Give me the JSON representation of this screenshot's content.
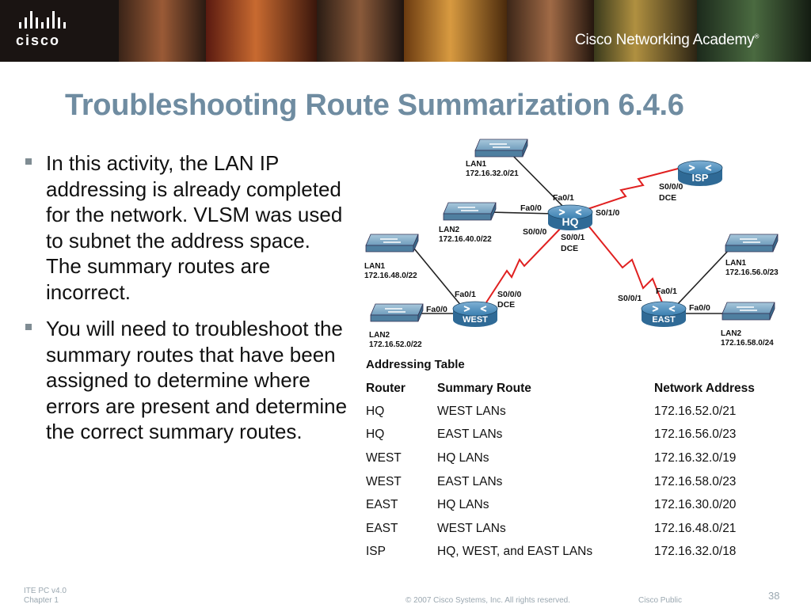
{
  "banner": {
    "logo_text": "cisco",
    "academy": "Cisco Networking Academy",
    "trademark": "®"
  },
  "title": "Troubleshooting Route Summarization 6.4.6",
  "bullets": [
    "In this activity, the LAN IP addressing is already completed for the network. VLSM was used to subnet the address space. The summary routes are incorrect.",
    "You will need to troubleshoot the summary routes that have been assigned to determine where errors are present and determine the correct summary routes."
  ],
  "diagram": {
    "routers": {
      "hq": "HQ",
      "isp": "ISP",
      "west": "WEST",
      "east": "EAST"
    },
    "lans": {
      "hq_lan1": [
        "LAN1",
        "172.16.32.0/21"
      ],
      "hq_lan2": [
        "LAN2",
        "172.16.40.0/22"
      ],
      "west_lan1": [
        "LAN1",
        "172.16.48.0/22"
      ],
      "west_lan2": [
        "LAN2",
        "172.16.52.0/22"
      ],
      "east_lan1": [
        "LAN1",
        "172.16.56.0/23"
      ],
      "east_lan2": [
        "LAN2",
        "172.16.58.0/24"
      ]
    },
    "interfaces": {
      "hq_fa01": "Fa0/1",
      "hq_fa00": "Fa0/0",
      "hq_s010": "S0/1/0",
      "hq_s000": "S0/0/0",
      "hq_s001": "S0/0/1",
      "hq_s001_dce": "DCE",
      "isp_s000": "S0/0/0",
      "isp_dce": "DCE",
      "west_fa01": "Fa0/1",
      "west_fa00": "Fa0/0",
      "west_s000": "S0/0/0",
      "west_dce": "DCE",
      "east_s001": "S0/0/1",
      "east_fa01": "Fa0/1",
      "east_fa00": "Fa0/0"
    }
  },
  "table": {
    "title": "Addressing Table",
    "headers": [
      "Router",
      "Summary Route",
      "Network Address"
    ],
    "rows": [
      [
        "HQ",
        "WEST LANs",
        "172.16.52.0/21"
      ],
      [
        "HQ",
        "EAST LANs",
        "172.16.56.0/23"
      ],
      [
        "WEST",
        "HQ LANs",
        "172.16.32.0/19"
      ],
      [
        "WEST",
        "EAST LANs",
        "172.16.58.0/23"
      ],
      [
        "EAST",
        "HQ LANs",
        "172.16.30.0/20"
      ],
      [
        "EAST",
        "WEST LANs",
        "172.16.48.0/21"
      ],
      [
        "ISP",
        "HQ, WEST, and EAST LANs",
        "172.16.32.0/18"
      ]
    ]
  },
  "footer": {
    "course": "ITE PC v4.0",
    "chapter": "Chapter 1",
    "copyright": "© 2007 Cisco Systems, Inc. All rights reserved.",
    "classification": "Cisco Public",
    "page": "38"
  },
  "colors": {
    "title": "#6f8ca1",
    "serial_link": "#e02020",
    "router": "#3a7fb0",
    "switch": "#6fa0c0"
  }
}
